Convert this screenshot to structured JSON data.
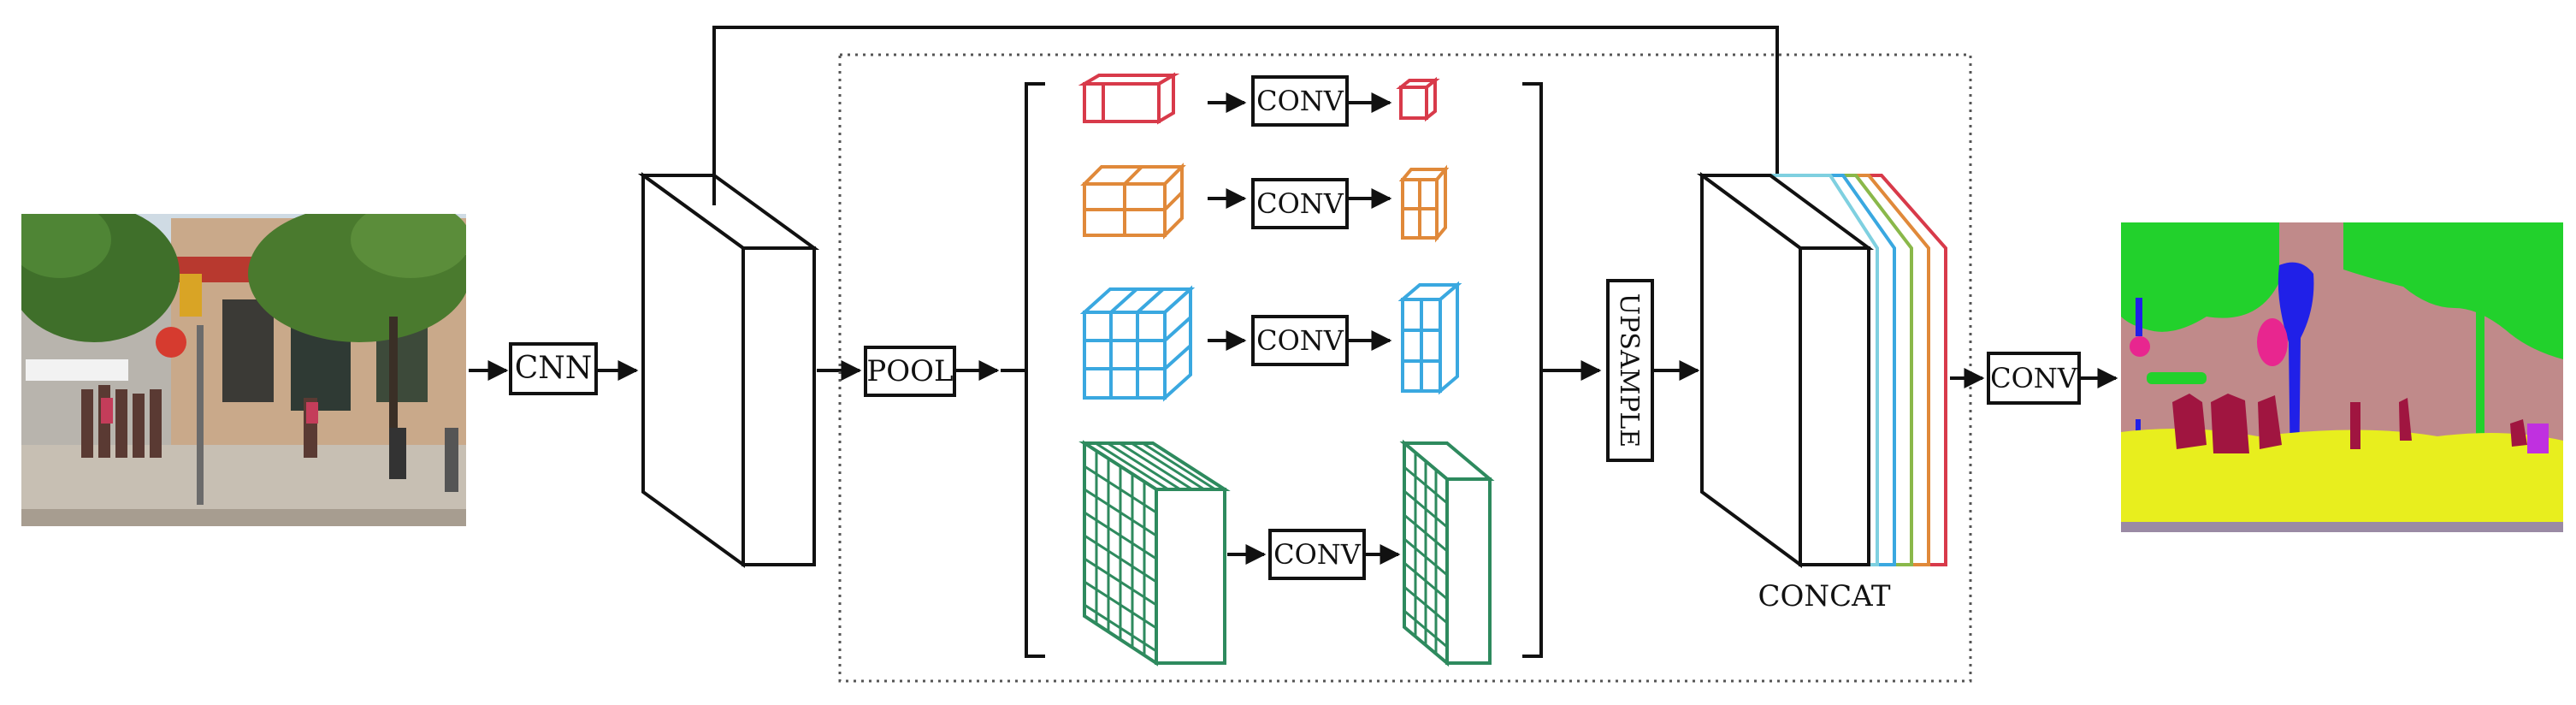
{
  "labels": {
    "cnn": "CNN",
    "pool": "POOL",
    "conv_1": "CONV",
    "conv_2": "CONV",
    "conv_3": "CONV",
    "conv_4": "CONV",
    "upsample": "UPSAMPLE",
    "concat": "CONCAT",
    "conv_out": "CONV"
  },
  "colors": {
    "branch_1": "#d83a4a",
    "branch_2": "#e0893a",
    "branch_3": "#3aa8e0",
    "branch_4": "#2e8a5e",
    "concat_layers": [
      "#7fd0e0",
      "#3aa8e0",
      "#8ab84a",
      "#e0893a",
      "#d83a4a"
    ]
  },
  "icons": {
    "input": "street-scene-photo",
    "output": "segmentation-map"
  }
}
